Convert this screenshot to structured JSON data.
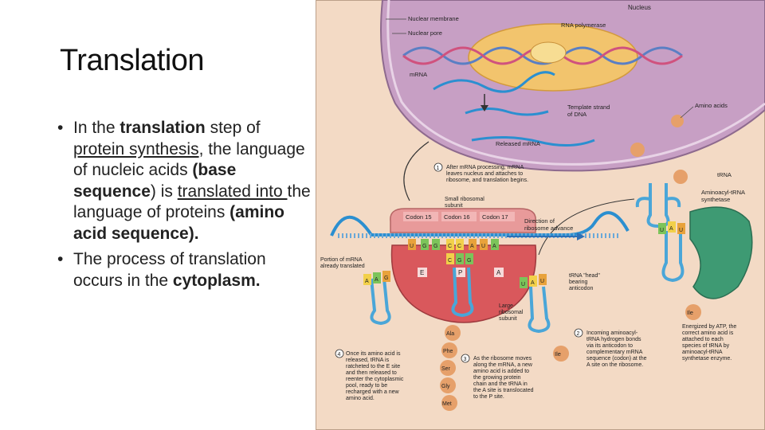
{
  "slide": {
    "title": "Translation",
    "bullet1": {
      "t1": "In the ",
      "t2": "translation",
      "t3": " step of ",
      "t4": "protein synthesis",
      "t5": ", the language of nucleic acids ",
      "t6": "(base sequence",
      "t7": ") is ",
      "t8": "translated into ",
      "t9": "the language of proteins ",
      "t10": "(amino acid sequence)."
    },
    "bullet2": {
      "t1": "The process of translation occurs in the ",
      "t2": "cytoplasm."
    }
  },
  "figure": {
    "labels": {
      "nucleus": "Nucleus",
      "nuclear_membrane": "Nuclear membrane",
      "nuclear_pore": "Nuclear pore",
      "rna_polymerase": "RNA polymerase",
      "mrna": "mRNA",
      "template_1": "Template strand",
      "template_2": "of DNA",
      "released_mrna": "Released mRNA",
      "amino_acids": "Amino acids",
      "trna": "tRNA",
      "synth_1": "Aminoacyl-tRNA",
      "synth_2": "synthetase",
      "step1_num": "1",
      "step1_l1": "After mRNA processing, mRNA",
      "step1_l2": "leaves nucleus and attaches to",
      "step1_l3": "ribosome, and translation begins.",
      "small_sub_1": "Small ribosomal",
      "small_sub_2": "subunit",
      "codon15": "Codon 15",
      "codon16": "Codon 16",
      "codon17": "Codon 17",
      "direction_1": "Direction of",
      "direction_2": "ribosome advance",
      "portion_1": "Portion of mRNA",
      "portion_2": "already translated",
      "site_e": "E",
      "site_p": "P",
      "site_a": "A",
      "head_1": "tRNA \"head\"",
      "head_2": "bearing",
      "head_3": "anticodon",
      "large_sub_1": "Large",
      "large_sub_2": "ribosomal",
      "large_sub_3": "subunit",
      "ile": "Ile",
      "ile2": "Ile",
      "energized_l1": "Energized by ATP, the",
      "energized_l2": "correct amino acid is",
      "energized_l3": "attached to each",
      "energized_l4": "species of tRNA by",
      "energized_l5": "aminoacyl-tRNA",
      "energized_l6": "synthetase enzyme.",
      "step2_num": "2",
      "step2_l1": "Incoming aminoacyl-",
      "step2_l2": "tRNA hydrogen bonds",
      "step2_l3": "via its anticodon to",
      "step2_l4": "complementary mRNA",
      "step2_l5": "sequence (codon) at the",
      "step2_l6": "A site on the ribosome.",
      "step3_num": "3",
      "step3_l1": "As the ribosome moves",
      "step3_l2": "along the mRNA, a new",
      "step3_l3": "amino acid is added to",
      "step3_l4": "the growing protein",
      "step3_l5": "chain and the tRNA in",
      "step3_l6": "the A site is translocated",
      "step3_l7": "to the P site.",
      "step4_num": "4",
      "step4_l1": "Once its amino acid is",
      "step4_l2": "released, tRNA is",
      "step4_l3": "ratcheted to the E site",
      "step4_l4": "and then released to",
      "step4_l5": "reenter the cytoplasmic",
      "step4_l6": "pool, ready to be",
      "step4_l7": "recharged with a new",
      "step4_l8": "amino acid.",
      "chain_ala": "Ala",
      "chain_phe": "Phe",
      "chain_ser": "Ser",
      "chain_gly": "Gly",
      "chain_met": "Met"
    },
    "bases": {
      "mrna_codons": [
        "U",
        "G",
        "G",
        "C",
        "C",
        "A",
        "U",
        "A"
      ],
      "anticodon_p": [
        "C",
        "G",
        "G"
      ],
      "trna_left": [
        "A",
        "A",
        "G"
      ],
      "trna_right": [
        "U",
        "A",
        "U"
      ],
      "trna_synth": [
        "U",
        "A",
        "U"
      ]
    },
    "colors": {
      "cell_bg": "#f3dac5",
      "nucleus": "#c79fc4",
      "nucleolus": "#f2c46d",
      "ribosome": "#d9585c",
      "trna": "#4aa6d8",
      "amino": "#e6a06a",
      "enzyme": "#3e9a73"
    }
  }
}
